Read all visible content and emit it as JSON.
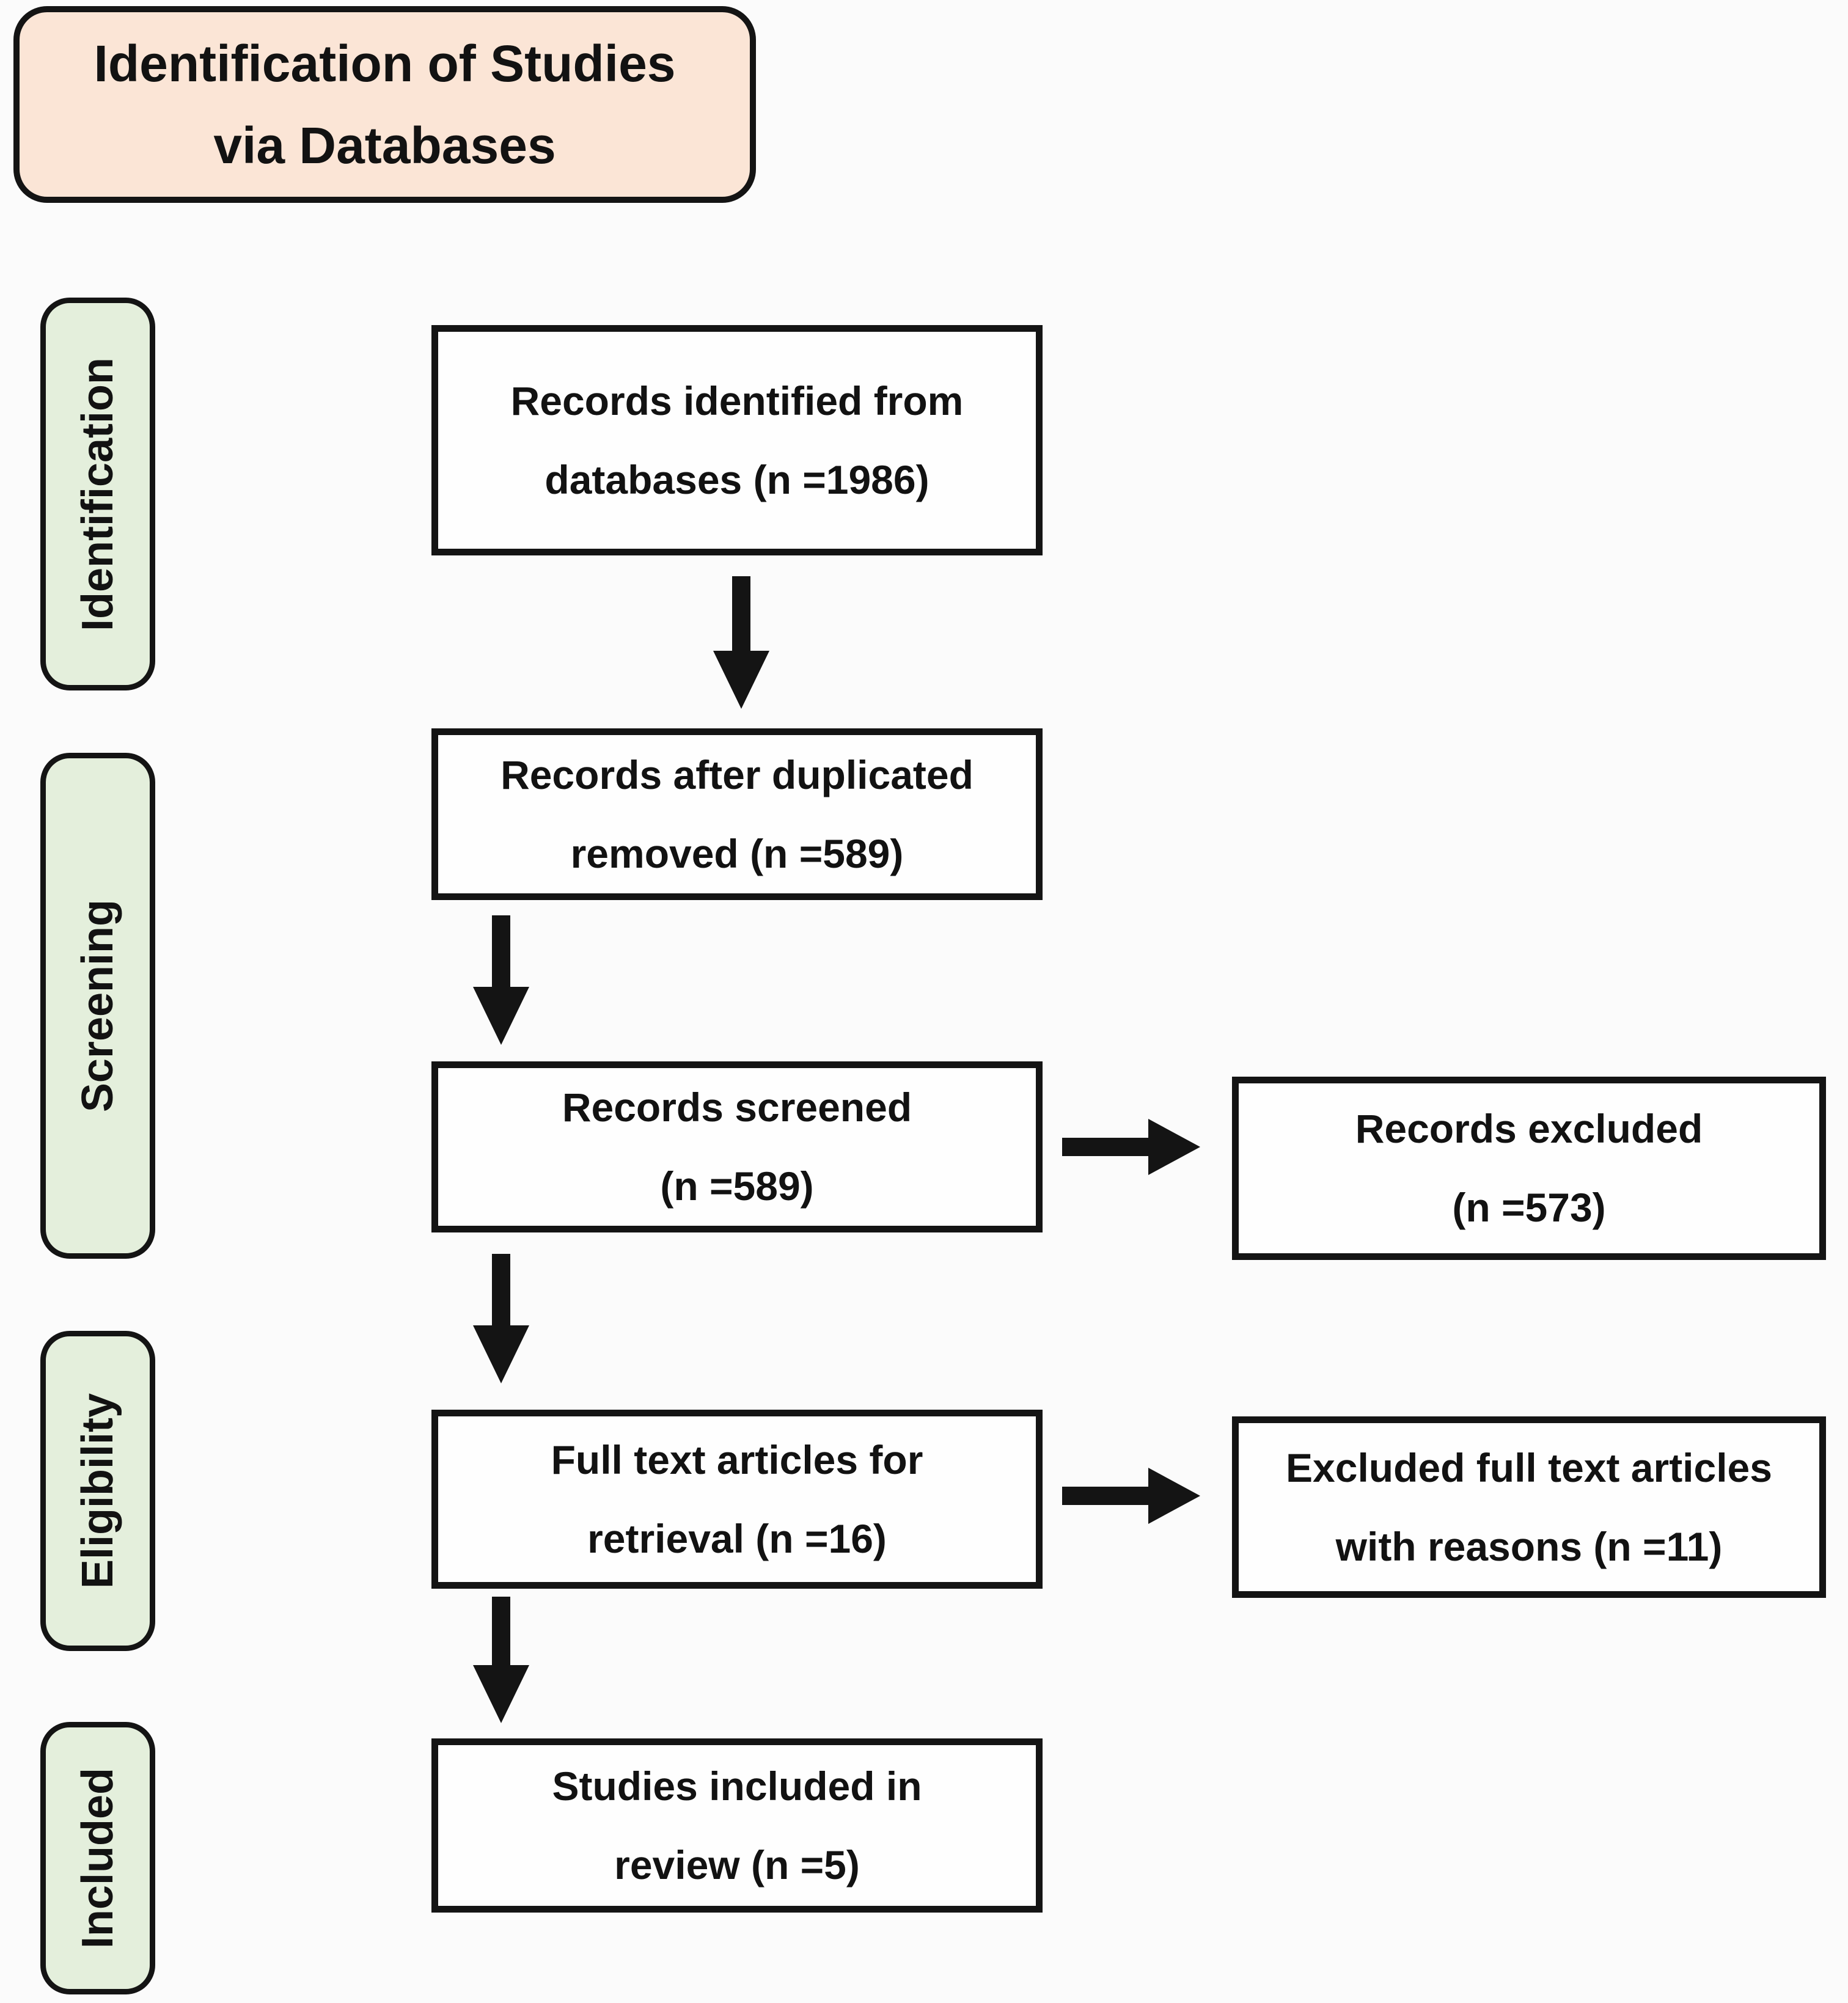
{
  "diagram": {
    "title": {
      "line1": "Identification of Studies",
      "line2": "via Databases"
    },
    "stages": [
      {
        "label": "Identification"
      },
      {
        "label": "Screening"
      },
      {
        "label": "Eligibility"
      },
      {
        "label": "Included"
      }
    ],
    "main_boxes": [
      {
        "line1": "Records identified from",
        "line2": "databases (n =1986)",
        "n": 1986
      },
      {
        "line1": "Records after duplicated",
        "line2": "removed (n =589)",
        "n": 589
      },
      {
        "line1": "Records screened",
        "line2": "(n =589)",
        "n": 589
      },
      {
        "line1": "Full text articles for",
        "line2": "retrieval (n =16)",
        "n": 16
      },
      {
        "line1": "Studies included in",
        "line2": "review (n =5)",
        "n": 5
      }
    ],
    "side_boxes": [
      {
        "line1": "Records excluded",
        "line2": "(n =573)",
        "n": 573
      },
      {
        "line1": "Excluded full text articles",
        "line2": "with reasons (n =11)",
        "n": 11
      }
    ],
    "colors": {
      "title_fill": "#fbe5d6",
      "stage_fill": "#e4efdc",
      "box_fill": "#fefefe",
      "border": "#141414",
      "arrow": "#141414",
      "background": "#fbfbfb"
    }
  }
}
